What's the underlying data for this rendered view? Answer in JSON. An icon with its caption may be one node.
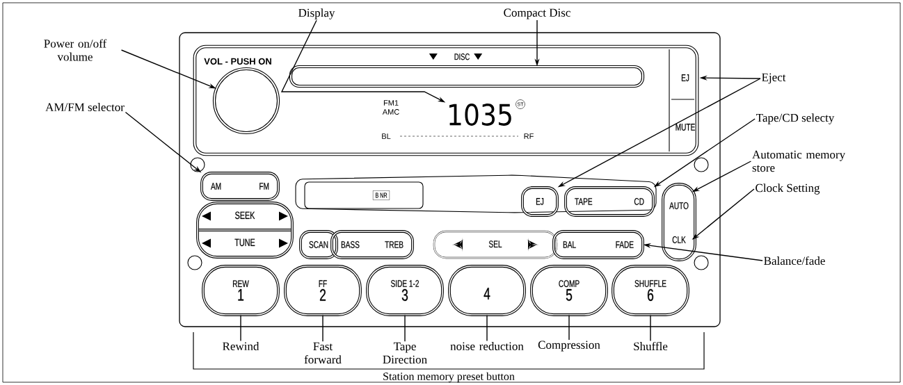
{
  "diagram": {
    "nodes": [
      {
        "text": [
          "Power on/off volume"
        ]
      },
      {
        "text": [
          "Display"
        ]
      },
      {
        "text": [
          "Compact Disc"
        ]
      },
      {
        "text": [
          "AM/FM selector"
        ]
      },
      {
        "text": [
          "Eject"
        ]
      },
      {
        "text": [
          "Tape/CD selecty"
        ]
      },
      {
        "text": [
          "Automatic memory store"
        ]
      },
      {
        "text": [
          "Clock Setting"
        ]
      },
      {
        "text": [
          "Balance/fade"
        ]
      },
      {
        "text": [
          "VOL - PUSH ON"
        ]
      },
      {
        "text": [
          "DISC"
        ]
      },
      {
        "text": [
          "1035"
        ]
      },
      {
        "text": [
          "EJ"
        ]
      },
      {
        "text": [
          "MUTE"
        ]
      },
      {
        "text": [
          "AM",
          "FM"
        ]
      },
      {
        "text": [
          "B NR"
        ]
      },
      {
        "text": [
          "EJ"
        ]
      },
      {
        "text": [
          "TAPE",
          "CD"
        ]
      },
      {
        "text": [
          "AUTO"
        ]
      },
      {
        "text": [
          "CLK"
        ]
      },
      {
        "text": [
          "SEEK"
        ]
      },
      {
        "text": [
          "TUNE"
        ]
      },
      {
        "text": [
          "SCAN"
        ]
      },
      {
        "text": [
          "BASS",
          "TREB"
        ]
      },
      {
        "text": [
          "SEL"
        ]
      },
      {
        "text": [
          "BAL",
          "FADE"
        ]
      },
      {
        "text": [
          "REW",
          "1"
        ]
      },
      {
        "text": [
          "FF",
          "2"
        ]
      },
      {
        "text": [
          "SIDE 1-2",
          "3"
        ]
      },
      {
        "text": [
          "4"
        ]
      },
      {
        "text": [
          "COMP",
          "5"
        ]
      },
      {
        "text": [
          "SHUFFLE",
          "6"
        ]
      },
      {
        "text": [
          "Rewind"
        ]
      },
      {
        "text": [
          "Fast forward"
        ]
      },
      {
        "text": [
          "Tape Direction"
        ]
      },
      {
        "text": [
          "noise reduction"
        ]
      },
      {
        "text": [
          "Compression"
        ]
      },
      {
        "text": [
          "Shuffle"
        ]
      }
    ],
    "edges": [
      {
        "from": 0,
        "to": 9,
        "arrow": "to"
      },
      {
        "from": 1,
        "to": 11,
        "arrow": "to"
      },
      {
        "from": 2,
        "to": 10,
        "arrow": "to"
      },
      {
        "from": 3,
        "to": 14,
        "arrow": "to"
      },
      {
        "from": 4,
        "to": 12,
        "arrow": "to"
      },
      {
        "from": 4,
        "to": 16,
        "arrow": "to"
      },
      {
        "from": 5,
        "to": 17,
        "arrow": "to"
      },
      {
        "from": 6,
        "to": 18,
        "arrow": "to"
      },
      {
        "from": 7,
        "to": 19,
        "arrow": "to"
      },
      {
        "from": 8,
        "to": 25,
        "arrow": "to"
      },
      {
        "from": 32,
        "to": 26,
        "arrow": "none"
      },
      {
        "from": 33,
        "to": 27,
        "arrow": "none"
      },
      {
        "from": 34,
        "to": 28,
        "arrow": "none"
      },
      {
        "from": 35,
        "to": 29,
        "arrow": "none"
      },
      {
        "from": 36,
        "to": 30,
        "arrow": "none"
      },
      {
        "from": 37,
        "to": 31,
        "arrow": "none"
      }
    ],
    "labels": [
      "FM1",
      "AMC",
      "ST",
      "BL",
      "RF",
      "Station memory preset button"
    ]
  }
}
